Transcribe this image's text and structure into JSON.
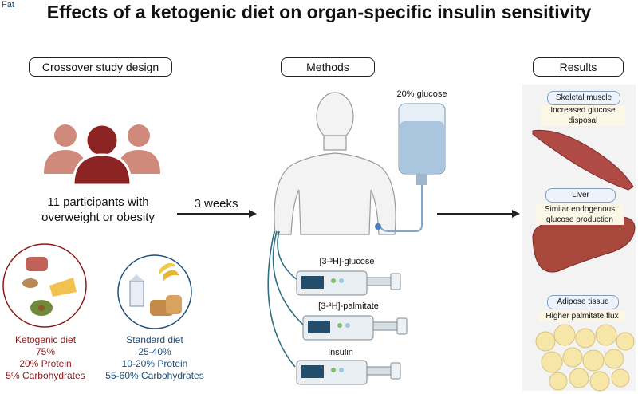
{
  "corner_label": "Fat",
  "title": "Effects of a ketogenic diet on organ-specific insulin sensitivity",
  "design": {
    "header": "Crossover study design",
    "participants_line1": "11 participants with",
    "participants_line2": "overweight or obesity",
    "duration": "3 weeks"
  },
  "ketogenic": {
    "name": "Ketogenic diet",
    "fat": "75%",
    "protein": "20% Protein",
    "carbs": "5% Carbohydrates"
  },
  "standard": {
    "name": "Standard diet",
    "fat": "25-40%",
    "protein": "10-20% Protein",
    "carbs": "55-60% Carbohydrates"
  },
  "methods": {
    "header": "Methods",
    "infusion": "20% glucose",
    "pump1": "[3-³H]-glucose",
    "pump2": "[3-³H]-palmitate",
    "pump3": "Insulin"
  },
  "results": {
    "header": "Results",
    "muscle_label": "Skeletal muscle",
    "muscle_finding": "Increased glucose disposal",
    "liver_label": "Liver",
    "liver_finding": "Similar endogenous glucose production",
    "adipose_label": "Adipose tissue",
    "adipose_finding": "Higher palmitate flux"
  },
  "colors": {
    "keto": "#8b1a1a",
    "standard": "#1f4e79",
    "people_front": "#8b2323",
    "people_back": "#d08a7c",
    "muscle": "#b04a45",
    "liver": "#a8473c",
    "fat_cell": "#f6e6a8"
  }
}
